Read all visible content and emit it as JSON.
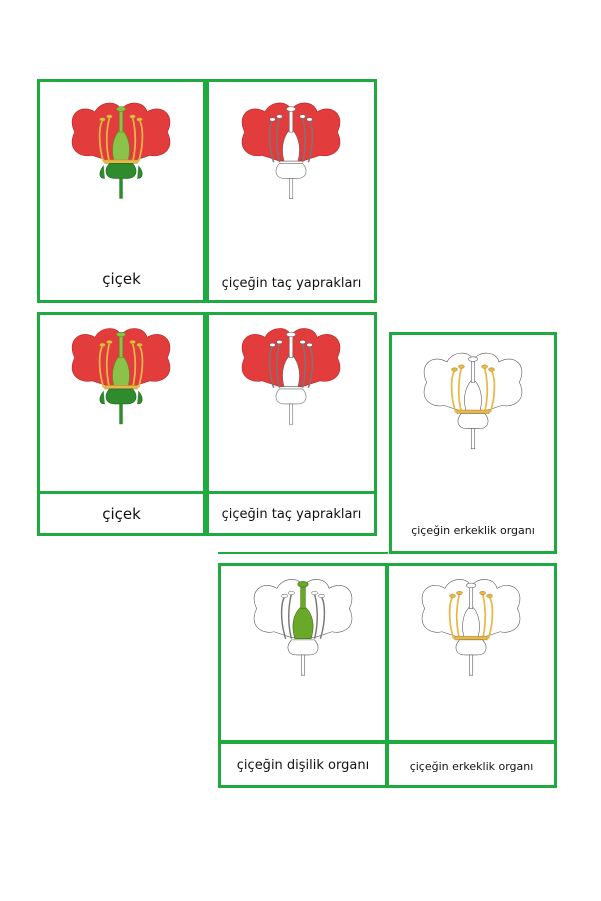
{
  "colors": {
    "border": "#1faa3f",
    "petal_red": "#e23c3c",
    "pistil_green": "#8bc34a",
    "stamen_yellow": "#e8b84a",
    "sepal_green": "#2e8b2e"
  },
  "cards": {
    "row1": {
      "flower_label": "çiçek",
      "petals_label": "çiçeğin taç yaprakları"
    },
    "row2": {
      "flower_label": "çiçek",
      "petals_label": "çiçeğin taç yaprakları",
      "stamen_label": "çiçeğin erkeklik organı"
    },
    "row3": {
      "pistil_label": "çiçeğin dişilik organı",
      "stamen_label": "çiçeğin erkeklik organı"
    }
  }
}
